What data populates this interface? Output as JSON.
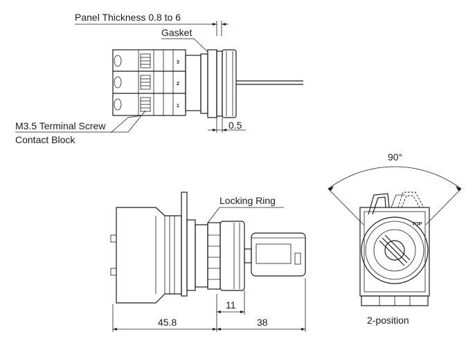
{
  "labels": {
    "panel_thickness": "Panel Thickness 0.8 to 6",
    "gasket": "Gasket",
    "terminal_screw": "M3.5 Terminal Screw",
    "contact_block": "Contact Block",
    "locking_ring": "Locking Ring",
    "angle": "90°",
    "position": "2-position"
  },
  "dimensions": {
    "top_gap": "0.5",
    "body_length": "45.8",
    "key_length": "38",
    "ring_depth": "11"
  },
  "terminal_numbers": [
    "3",
    "2",
    "1"
  ],
  "top_mark": "TOP"
}
